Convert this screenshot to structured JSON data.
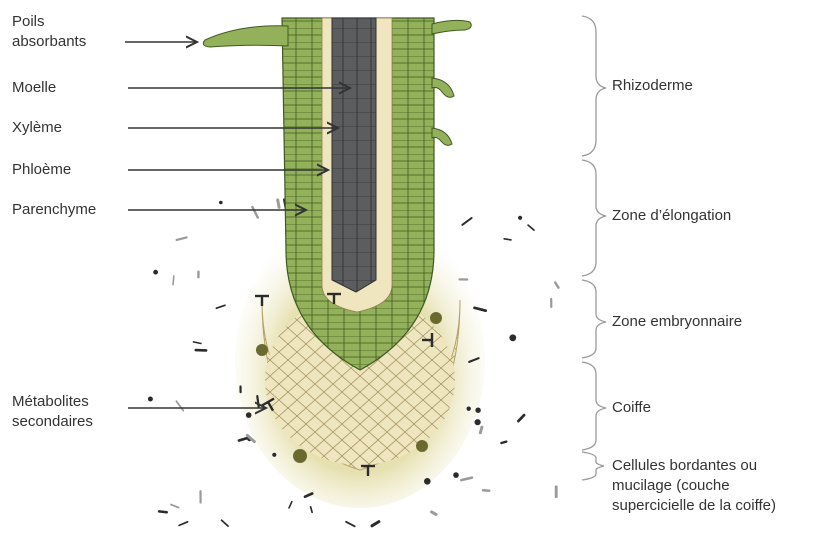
{
  "left_labels": {
    "poils": [
      "Poils",
      "absorbants"
    ],
    "moelle": "Moelle",
    "xyleme": "Xylème",
    "phloeme": "Phloème",
    "parenchyme": "Parenchyme",
    "metabolites": [
      "Métabolites",
      "secondaires"
    ]
  },
  "right_labels": {
    "rhizoderme": "Rhizoderme",
    "elongation": "Zone d’élongation",
    "embryonnaire": "Zone embryonnaire",
    "coiffe": "Coiffe",
    "cellules": [
      "Cellules bordantes ou",
      "mucilage (couche",
      "supercicielle de la coiffe)"
    ]
  },
  "colors": {
    "tissue_green": "#8fae55",
    "tissue_green_light": "#a9c46d",
    "cell_line": "#3f5a1f",
    "stele_dark": "#5b5d5e",
    "cap_cream": "#efe6c0",
    "halo": "#d6cf82",
    "arrow": "#333333",
    "bracket": "#9a9a9a"
  }
}
